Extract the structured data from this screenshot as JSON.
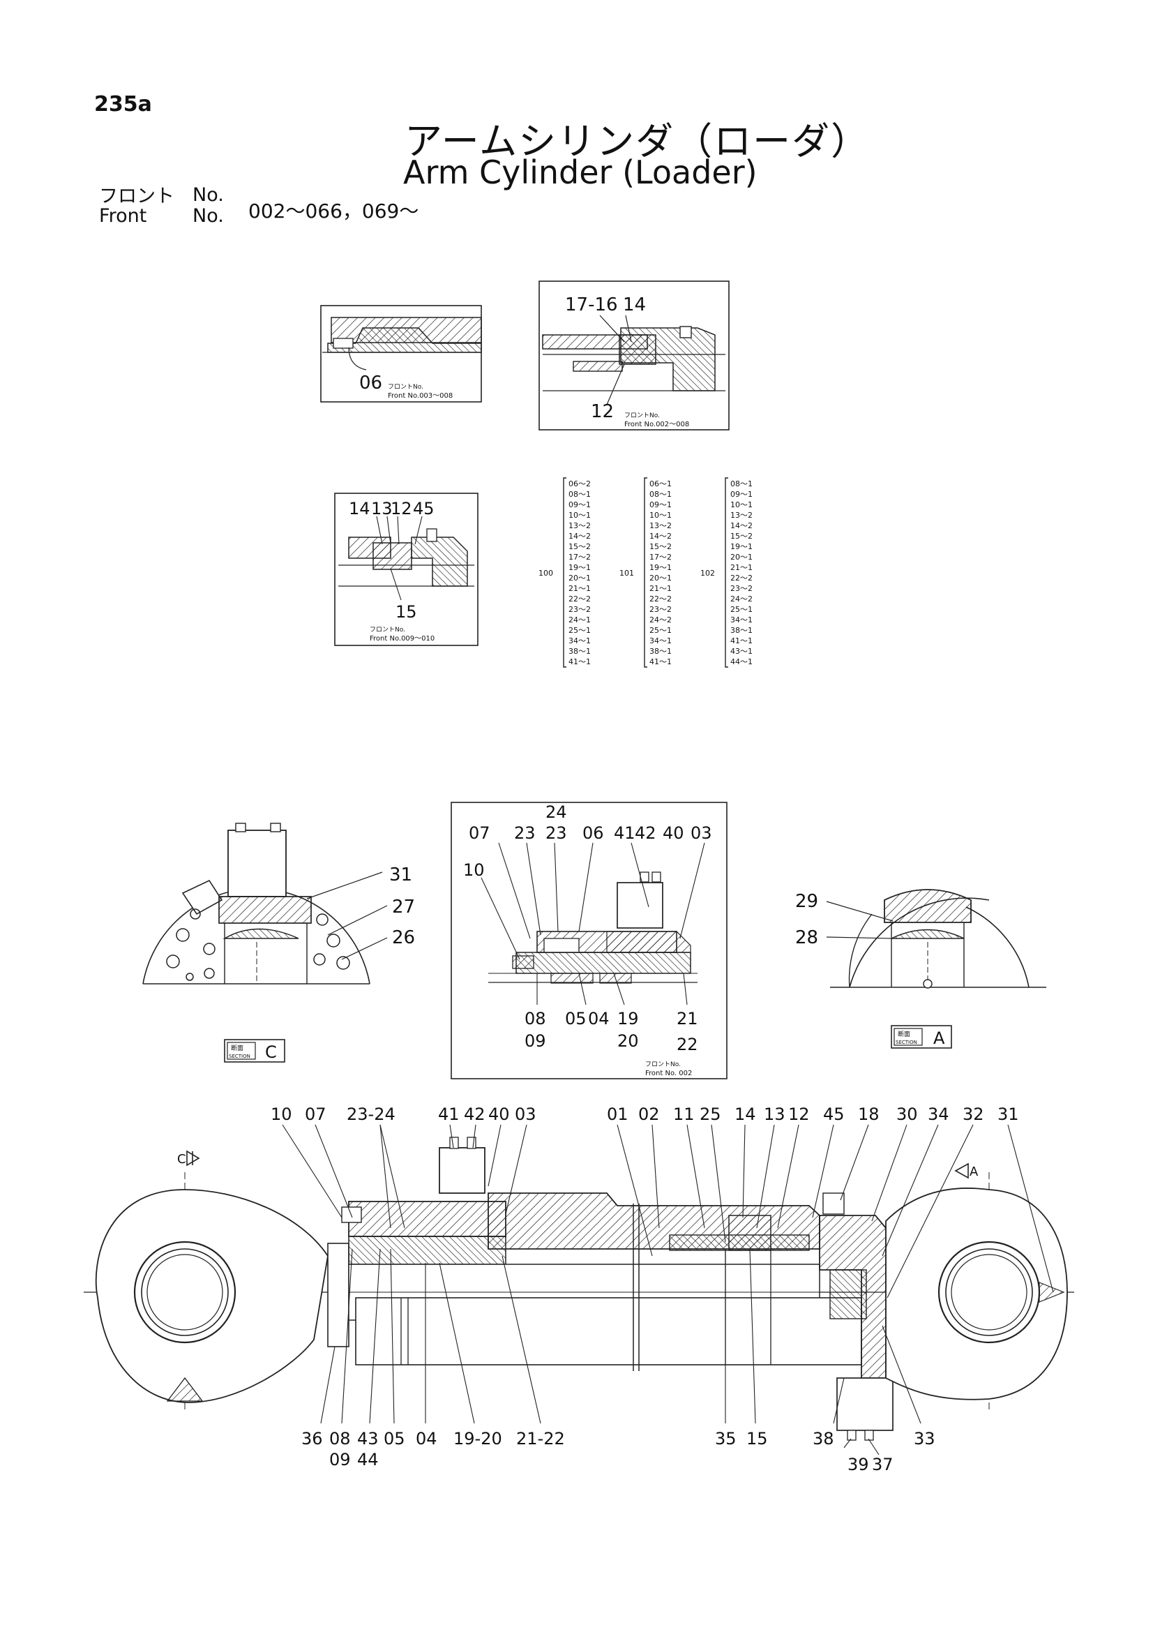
{
  "header": {
    "page_number": "235a",
    "title_jp": "アームシリンダ（ローダ）",
    "title_en": "Arm Cylinder (Loader)",
    "front_label_jp": "フロント",
    "front_label_en": "Front",
    "no_label_jp": "No.",
    "no_label_en": "No.",
    "front_range": "002～066，069～"
  },
  "insets": {
    "inset_a": {
      "callouts": [
        "06"
      ],
      "note_jp": "フロントNo.",
      "note_en": "Front No.003～008"
    },
    "inset_b": {
      "callouts": [
        "17-16",
        "14",
        "12"
      ],
      "note_jp": "フロントNo.",
      "note_en": "Front No.002～008"
    },
    "inset_c": {
      "callouts": [
        "14",
        "13",
        "12",
        "45",
        "15"
      ],
      "note_jp": "フロントNo.",
      "note_en": "Front No.009～010"
    },
    "inset_d": {
      "callouts": [
        "24",
        "07",
        "23",
        "23",
        "06",
        "41",
        "42",
        "40",
        "03",
        "10",
        "08",
        "09",
        "05",
        "04",
        "19",
        "20",
        "21",
        "22"
      ],
      "note_jp": "フロントNo.",
      "note_en": "Front No. 002"
    }
  },
  "kits": [
    {
      "code": "100",
      "items": [
        "06～2",
        "08～1",
        "09～1",
        "10～1",
        "13～2",
        "14～2",
        "15～2",
        "17～2",
        "19～1",
        "20～1",
        "21～1",
        "22～2",
        "23～2",
        "24～1",
        "25～1",
        "34～1",
        "38～1",
        "41～1"
      ]
    },
    {
      "code": "101",
      "items": [
        "06～1",
        "08～1",
        "09～1",
        "10～1",
        "13～2",
        "14～2",
        "15～2",
        "17～2",
        "19～1",
        "20～1",
        "21～1",
        "22～2",
        "23～2",
        "24～2",
        "25～1",
        "34～1",
        "38～1",
        "41～1"
      ]
    },
    {
      "code": "102",
      "items": [
        "08～1",
        "09～1",
        "10～1",
        "13～2",
        "14～2",
        "15～2",
        "19～1",
        "20～1",
        "21～1",
        "22～2",
        "23～2",
        "24～2",
        "25～1",
        "34～1",
        "38～1",
        "41～1",
        "43～1",
        "44～1"
      ]
    }
  ],
  "sections": {
    "c": {
      "label_jp": "断面",
      "label_en": "SECTION",
      "letter": "C",
      "callouts": [
        "31",
        "27",
        "26"
      ]
    },
    "a": {
      "label_jp": "断面",
      "label_en": "SECTION",
      "letter": "A",
      "callouts": [
        "29",
        "28"
      ]
    }
  },
  "main_view": {
    "top_callouts": [
      "10",
      "07",
      "23-24",
      "41",
      "42",
      "40",
      "03",
      "01",
      "02",
      "11",
      "25",
      "14",
      "13",
      "12",
      "45",
      "18",
      "30",
      "34",
      "32",
      "31"
    ],
    "bottom_callouts": [
      "36",
      "08",
      "09",
      "43",
      "44",
      "05",
      "04",
      "19-20",
      "21-22",
      "35",
      "15",
      "38",
      "39",
      "37",
      "33"
    ],
    "view_arrow_c": "C",
    "view_arrow_a": "A"
  }
}
